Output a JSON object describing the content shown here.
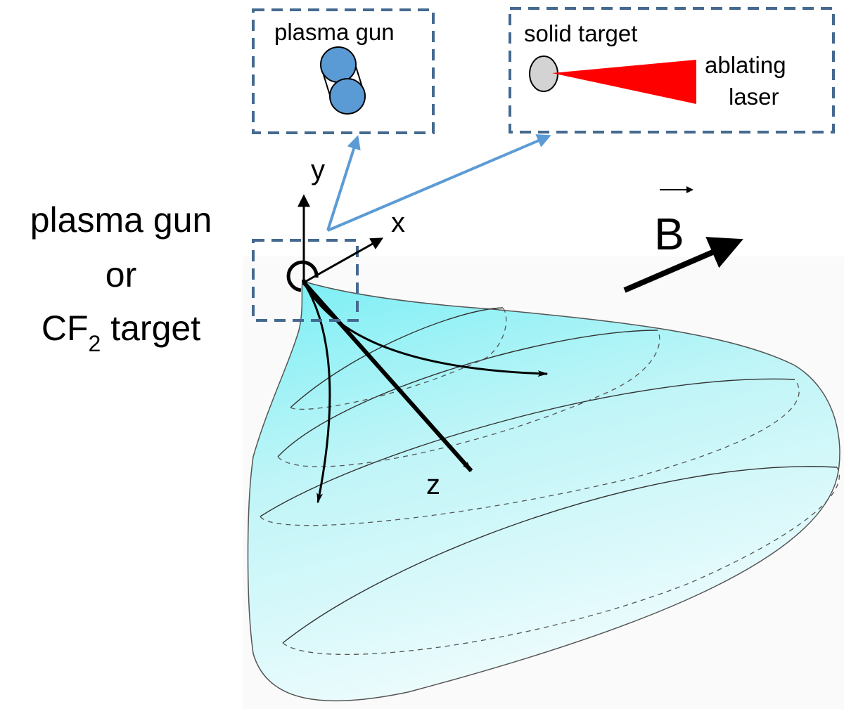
{
  "insets": {
    "gun_label": "plasma gun",
    "target_label": "solid target",
    "laser_line1": "ablating",
    "laser_line2": "laser"
  },
  "source": {
    "line1": "plasma gun",
    "line2": "or",
    "line3_prefix": "CF",
    "line3_sub": "2",
    "line3_suffix": " target"
  },
  "axes": {
    "x": "x",
    "y": "y",
    "z": "z"
  },
  "field": {
    "symbol": "B"
  },
  "colors": {
    "inset_border": "#45698f",
    "link_arrow": "#5b9bd5",
    "gun": "#5b9bd5",
    "laser": "#ff0000",
    "target": "#d3d3d3",
    "plume": "#7ff0f5"
  }
}
